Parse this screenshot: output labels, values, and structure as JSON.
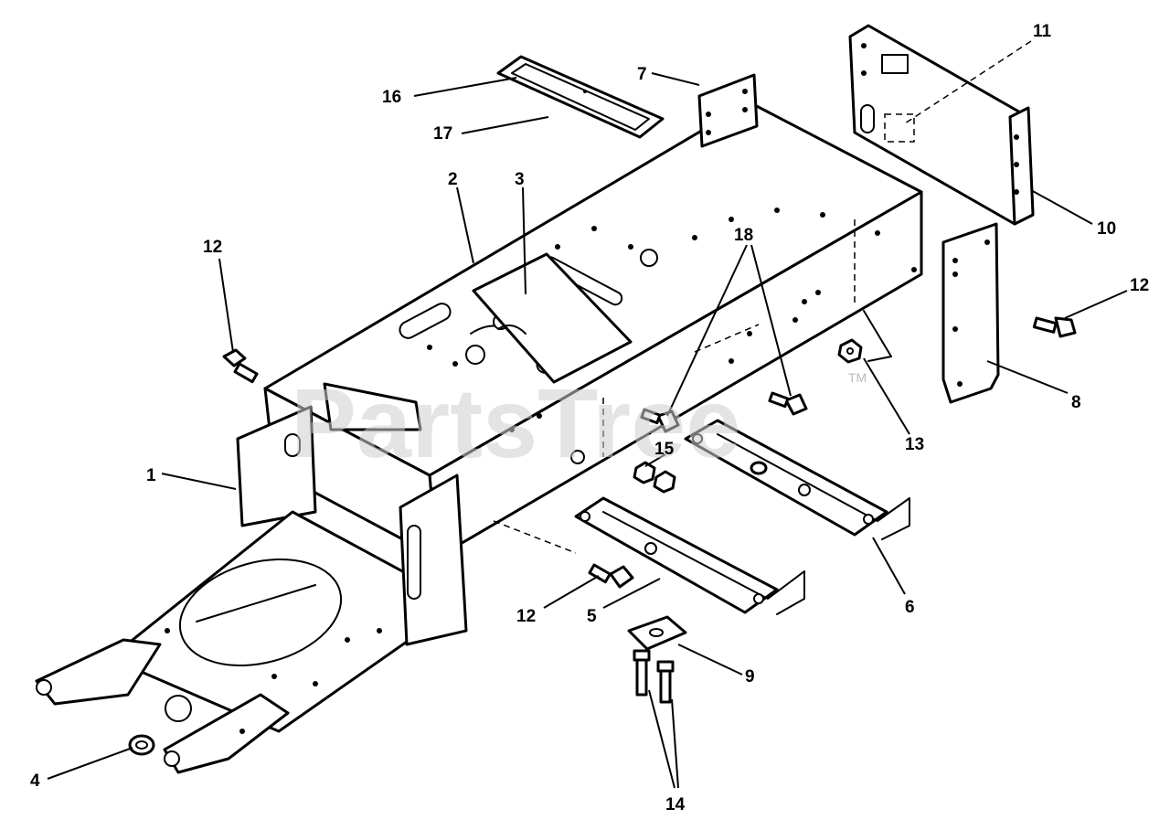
{
  "watermark": {
    "text": "PartsTree",
    "trademark": "TM"
  },
  "callouts": {
    "c1": "1",
    "c2": "2",
    "c3": "3",
    "c4": "4",
    "c5": "5",
    "c6": "6",
    "c7": "7",
    "c8": "8",
    "c9": "9",
    "c10": "10",
    "c11": "11",
    "c12a": "12",
    "c12b": "12",
    "c12c": "12",
    "c13": "13",
    "c14": "14",
    "c15": "15",
    "c16": "16",
    "c17": "17",
    "c18": "18"
  }
}
